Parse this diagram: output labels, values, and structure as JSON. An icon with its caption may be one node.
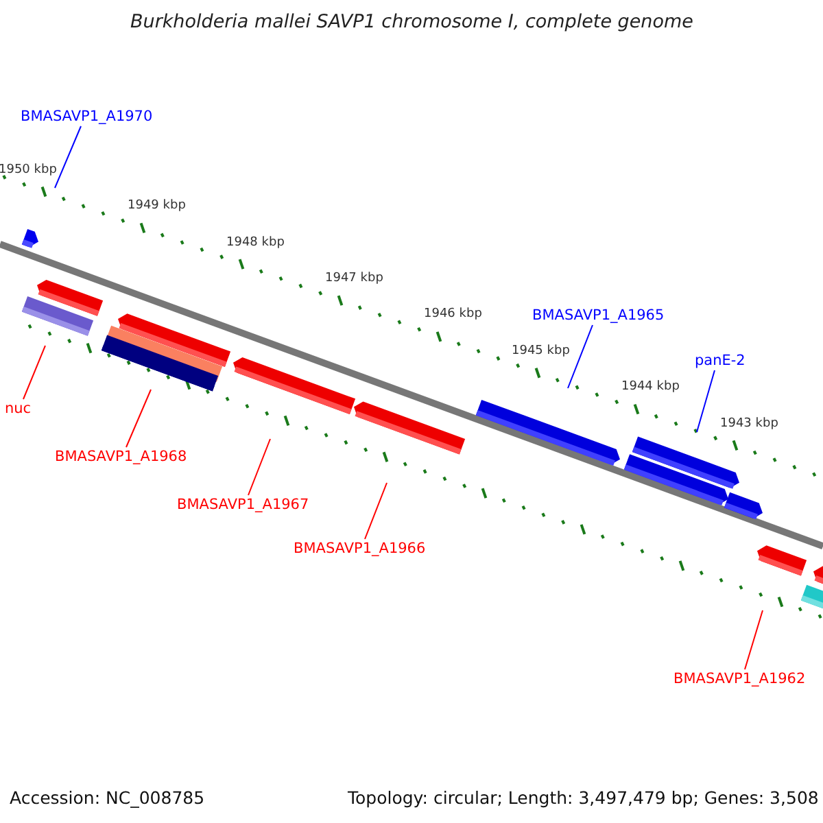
{
  "diagram": {
    "title": "Burkholderia mallei SAVP1 chromosome I, complete genome",
    "nodes": [
      {
        "text": [
          "BMASAVP1_A1970"
        ]
      },
      {
        "text": [
          "BMASAVP1_A1965"
        ]
      },
      {
        "text": [
          "panE-2"
        ]
      },
      {
        "text": [
          "nuc"
        ]
      },
      {
        "text": [
          "BMASAVP1_A1968"
        ]
      },
      {
        "text": [
          "BMASAVP1_A1967"
        ]
      },
      {
        "text": [
          "BMASAVP1_A1966"
        ]
      },
      {
        "text": [
          "BMASAVP1_A1962"
        ]
      }
    ],
    "edges": [
      {
        "from": 0,
        "to": null,
        "arrow": "none",
        "color": "#0000ff"
      },
      {
        "from": 1,
        "to": null,
        "arrow": "none",
        "color": "#0000ff"
      },
      {
        "from": 2,
        "to": null,
        "arrow": "none",
        "color": "#0000ff"
      },
      {
        "from": 3,
        "to": null,
        "arrow": "none"
      },
      {
        "from": 4,
        "to": null,
        "arrow": "none"
      },
      {
        "from": 5,
        "to": null,
        "arrow": "none"
      },
      {
        "from": 6,
        "to": null,
        "arrow": "none"
      },
      {
        "from": 7,
        "to": null,
        "arrow": "none"
      }
    ],
    "labels": [
      "1950 kbp",
      "1949 kbp",
      "1948 kbp",
      "1947 kbp",
      "1946 kbp",
      "1945 kbp",
      "1944 kbp",
      "1943 kbp",
      "Accession: NC_008785",
      "Topology: circular; Length: 3,497,479 bp; Genes: 3,508"
    ]
  }
}
